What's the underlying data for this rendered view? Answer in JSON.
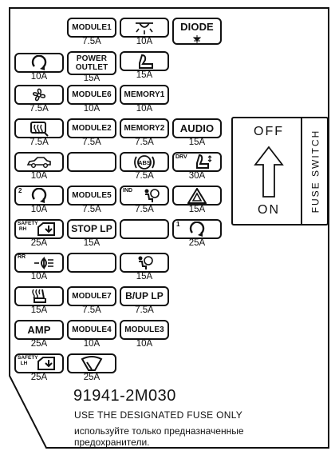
{
  "fuses": {
    "module1": {
      "name": "MODULE1",
      "amp": "7.5A"
    },
    "dome_light": {
      "icon": "dome-light-icon",
      "amp": "10A"
    },
    "diode": {
      "name": "DIODE",
      "symbol": "diode-symbol-icon"
    },
    "rear_wiper": {
      "icon": "rear-wiper-icon",
      "amp": "10A"
    },
    "power_outlet": {
      "name_line1": "POWER",
      "name_line2": "OUTLET",
      "amp": "15A"
    },
    "seat_warmer_pass": {
      "icon": "seat-reclining-icon",
      "amp": "15A"
    },
    "blower": {
      "icon": "fan-icon",
      "amp": "7.5A"
    },
    "module6": {
      "name": "MODULE6",
      "amp": "10A"
    },
    "memory1": {
      "name": "MEMORY1",
      "amp": "10A"
    },
    "rear_defog": {
      "icon": "rear-defroster-icon",
      "amp": "7.5A"
    },
    "module2": {
      "name": "MODULE2",
      "amp": "7.5A"
    },
    "memory2": {
      "name": "MEMORY2",
      "amp": "7.5A"
    },
    "audio": {
      "name": "AUDIO",
      "amp": "15A"
    },
    "trunk": {
      "icon": "car-trunk-icon",
      "amp": "10A"
    },
    "abs": {
      "name": "ABS",
      "amp": "7.5A"
    },
    "drv_seat": {
      "tag": "DRV",
      "icon": "power-seat-icon",
      "amp": "30A"
    },
    "rear_wiper2": {
      "num": "2",
      "icon": "rear-wiper-icon",
      "amp": "10A"
    },
    "module5": {
      "name": "MODULE5",
      "amp": "7.5A"
    },
    "ind_airbag": {
      "tag": "IND",
      "icon": "airbag-icon",
      "amp": "7.5A"
    },
    "hazard": {
      "icon": "hazard-triangle-icon",
      "amp": "15A"
    },
    "safety_rh": {
      "tag1": "SAFETY",
      "tag2": "RH",
      "icon": "power-window-icon",
      "amp": "25A"
    },
    "stop_lp": {
      "name": "STOP LP",
      "amp": "15A"
    },
    "rear_wiper1": {
      "num": "1",
      "icon": "rear-wiper-icon",
      "amp": "25A"
    },
    "rr_fog": {
      "tag": "RR",
      "icon": "rear-fog-lamp-icon",
      "amp": "10A"
    },
    "airbag": {
      "icon": "airbag-icon",
      "amp": "15A"
    },
    "seat_heater": {
      "icon": "seat-heater-icon",
      "amp": "15A"
    },
    "module7": {
      "name": "MODULE7",
      "amp": "7.5A"
    },
    "bup_lp": {
      "name": "B/UP LP",
      "amp": "7.5A"
    },
    "amp_fuse": {
      "name": "AMP",
      "amp": "25A"
    },
    "module4": {
      "name": "MODULE4",
      "amp": "10A"
    },
    "module3": {
      "name": "MODULE3",
      "amp": "10A"
    },
    "safety_lh": {
      "tag1": "SAFETY",
      "tag2": "LH",
      "icon": "power-window-icon",
      "amp": "25A"
    },
    "front_wiper": {
      "icon": "front-wiper-icon",
      "amp": "25A"
    }
  },
  "fuse_switch": {
    "off": "OFF",
    "on": "ON",
    "title": "FUSE SWITCH"
  },
  "footer": {
    "part_number": "91941-2M030",
    "note_en": "USE THE DESIGNATED FUSE ONLY",
    "note_ru_line1": "используйте только предназначенные",
    "note_ru_line2": "предохранители."
  },
  "colors": {
    "ink": "#111111",
    "background": "#ffffff"
  }
}
